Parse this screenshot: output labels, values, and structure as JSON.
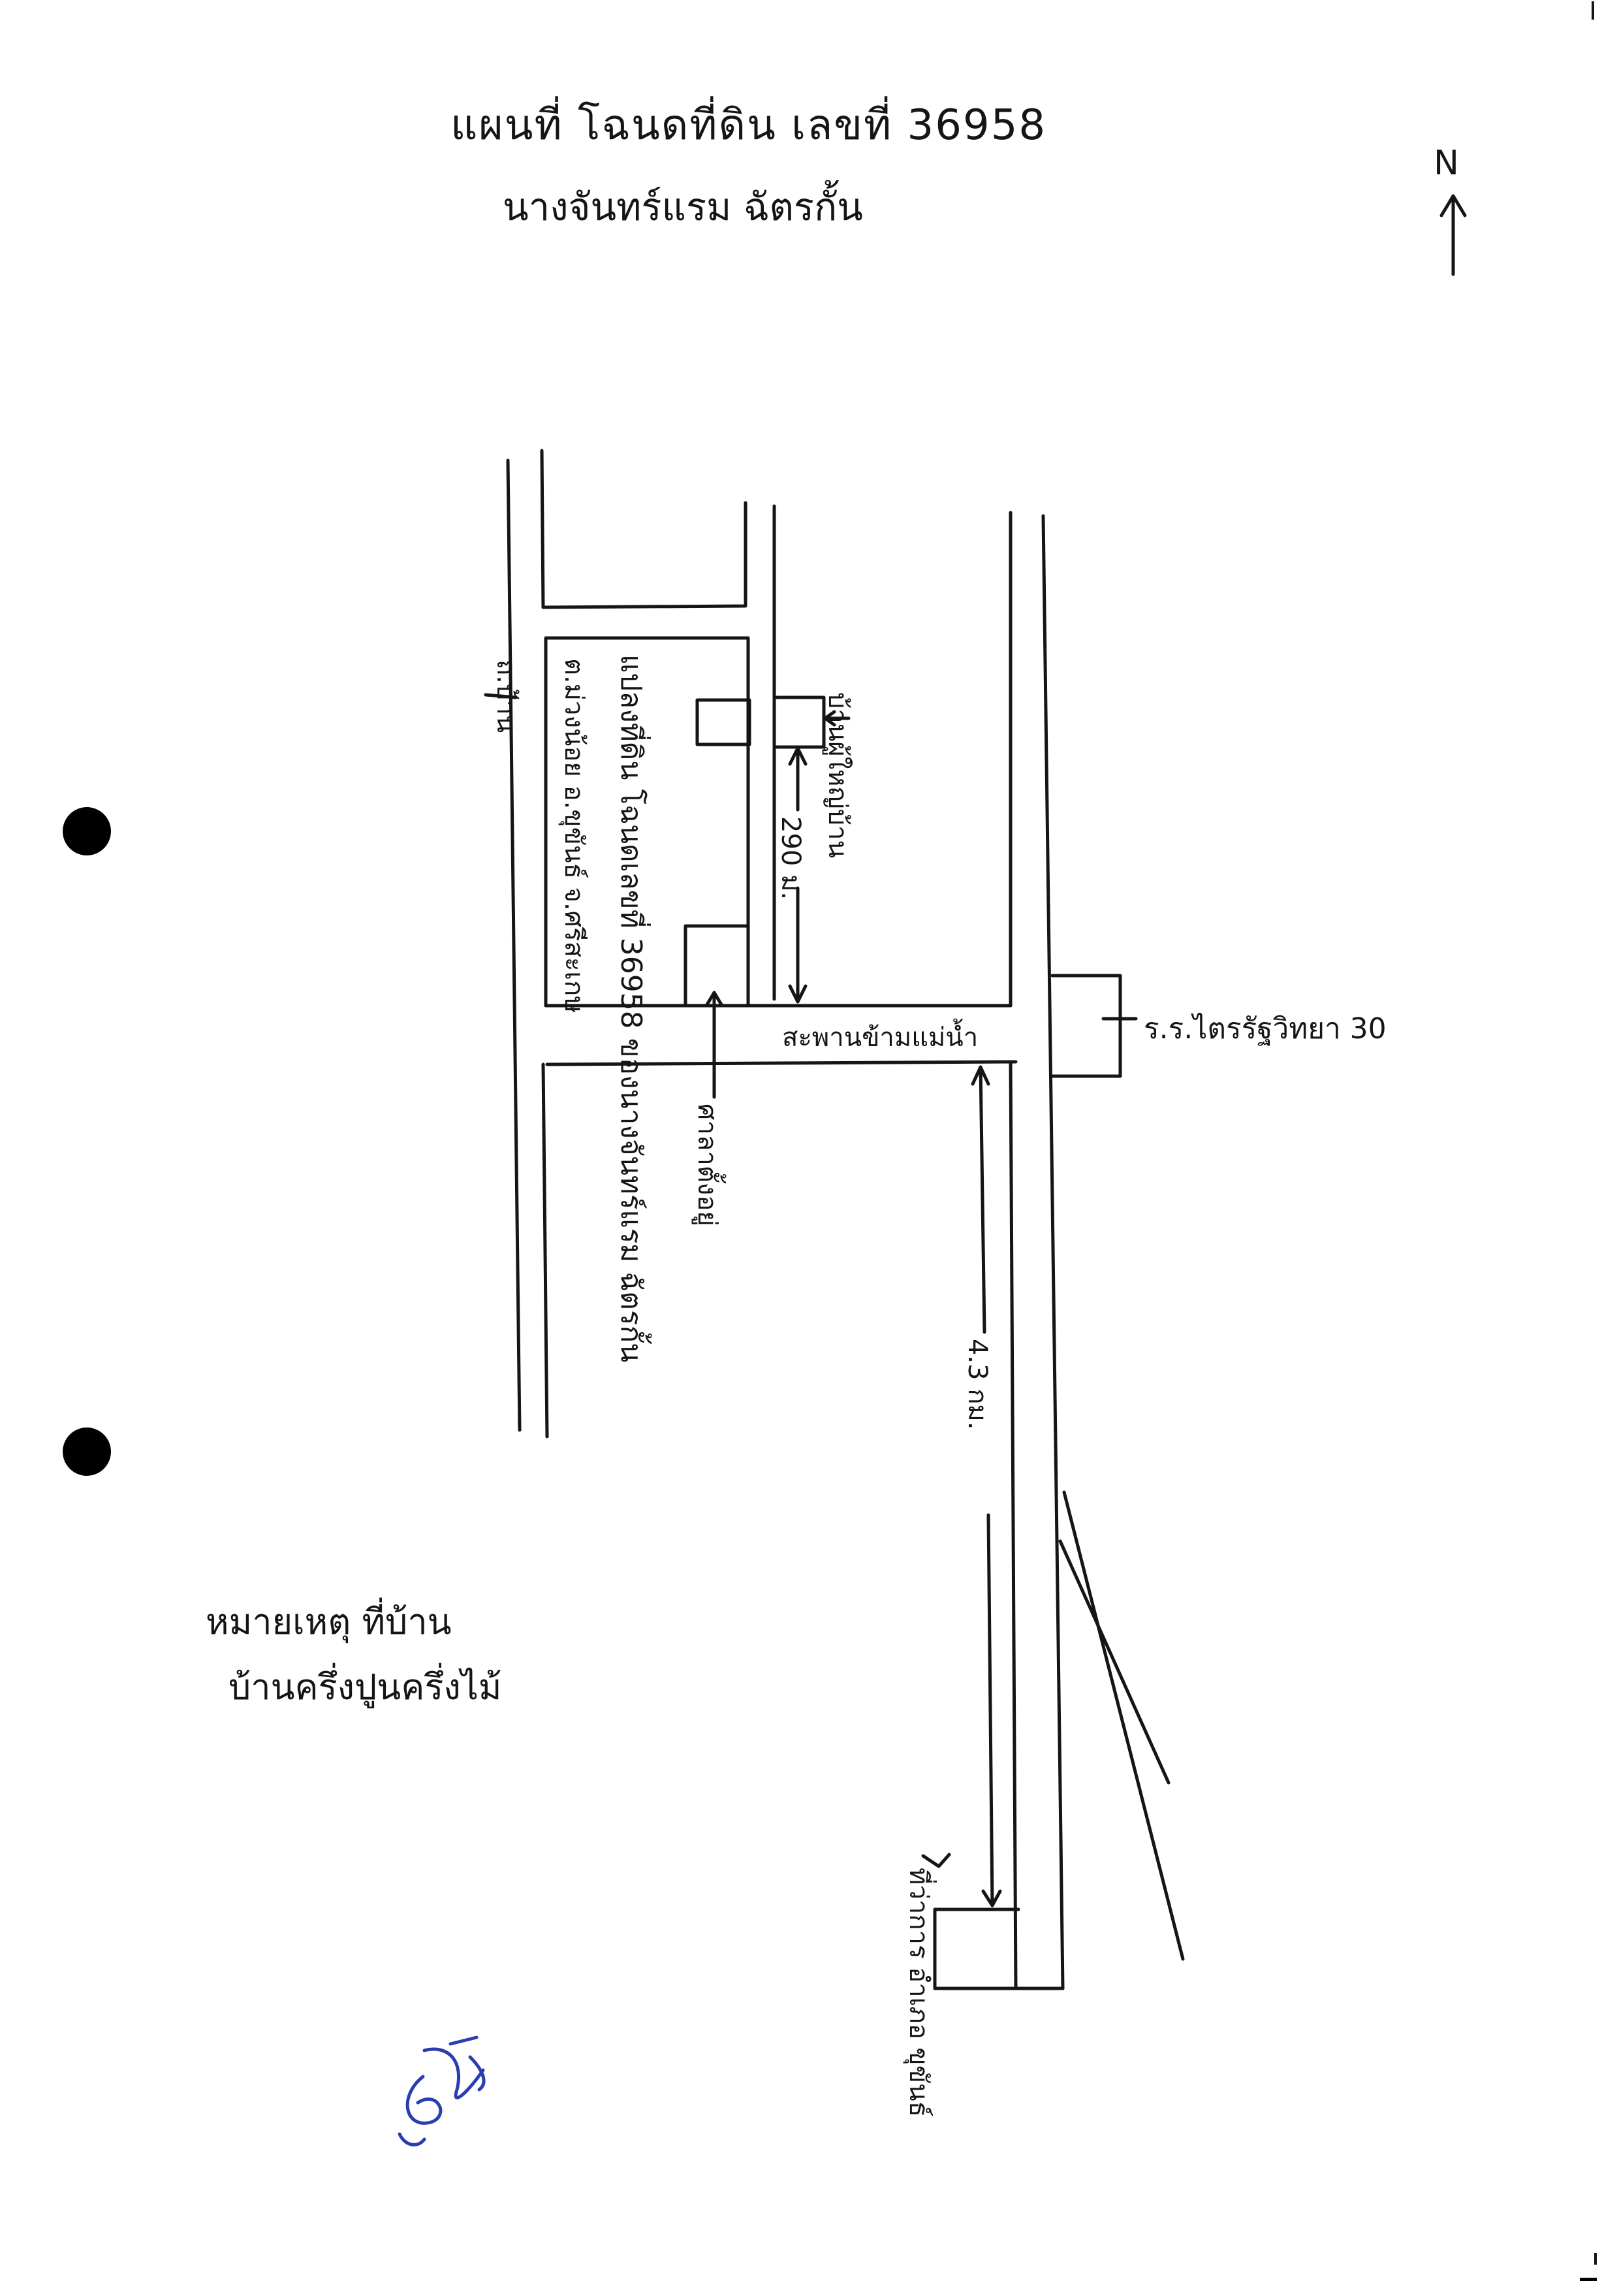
{
  "document": {
    "title": "แผนที่ โฉนดที่ดิน เลขที่ 36958",
    "owner": "นางจันทร์แรม ฉัตรกั้น"
  },
  "north_arrow": {
    "label": "N"
  },
  "labels": {
    "plot_description": "แปลงที่ดิน โฉนดเลขที่ 36958 ของนางจันทร์แรม ฉัตรกั้น",
    "plot_location": "ต.ม่วงน้อย อ.ขุขันธ์ จ.ศรีสะเกษ",
    "road_name": "ถ.บ้าน",
    "right_house": "บ้านผู้ใหญ่บ้าน",
    "distance_upper": "290 ม.",
    "bridge": "สะพานข้ามแม่น้ำ",
    "school": "ร.ร.ไตรรัฐวิทยา 30",
    "village_house": "ศาลาตั้งอยู่",
    "distance_lower": "4.3 กม.",
    "destination": "ที่ว่าการ อำเภอ ขุขันธ์"
  },
  "note": {
    "line1": "หมายเหตุ ที่บ้าน",
    "line2": "บ้านครึ่งปูนครึ่งไม้"
  },
  "signature": {
    "ink_color": "#2a3cb0"
  },
  "colors": {
    "ink": "#151515",
    "paper": "#ffffff"
  }
}
